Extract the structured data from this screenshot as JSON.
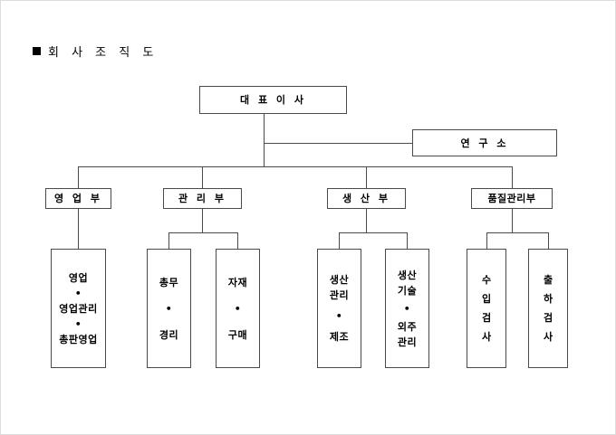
{
  "document": {
    "title_marker": "■",
    "title": "회 사 조 직 도"
  },
  "chart": {
    "type": "org-chart",
    "root": {
      "id": "ceo",
      "label": "대 표 이 사"
    },
    "staff": {
      "id": "research",
      "label": "연 구 소"
    },
    "departments": [
      {
        "id": "sales",
        "label": "영 업 부",
        "teams": [
          {
            "id": "sales-team",
            "orientation": "horizontal",
            "lines": [
              "영업",
              "•",
              "영업관리",
              "•",
              "총판영업"
            ]
          }
        ]
      },
      {
        "id": "management",
        "label": "관 리 부",
        "teams": [
          {
            "id": "general-affairs",
            "orientation": "horizontal",
            "lines": [
              "총무",
              "•",
              "경리"
            ]
          },
          {
            "id": "materials",
            "orientation": "horizontal",
            "lines": [
              "자재",
              "•",
              "구매"
            ]
          }
        ]
      },
      {
        "id": "production",
        "label": "생 산 부",
        "teams": [
          {
            "id": "production-control",
            "orientation": "horizontal",
            "lines": [
              "생산",
              "관리",
              "•",
              "제조"
            ]
          },
          {
            "id": "production-engineering",
            "orientation": "horizontal",
            "lines": [
              "생산",
              "기술",
              "•",
              "외주",
              "관리"
            ]
          }
        ]
      },
      {
        "id": "quality",
        "label": "품질관리부",
        "teams": [
          {
            "id": "incoming-inspection",
            "orientation": "vertical",
            "lines": [
              "수",
              "입",
              "검",
              "사"
            ]
          },
          {
            "id": "shipping-inspection",
            "orientation": "vertical",
            "lines": [
              "출",
              "하",
              "검",
              "사"
            ]
          }
        ]
      }
    ]
  },
  "colors": {
    "line": "#4a4a4a",
    "text": "#000000",
    "background": "#ffffff",
    "page_border": "#dcdcdc"
  }
}
